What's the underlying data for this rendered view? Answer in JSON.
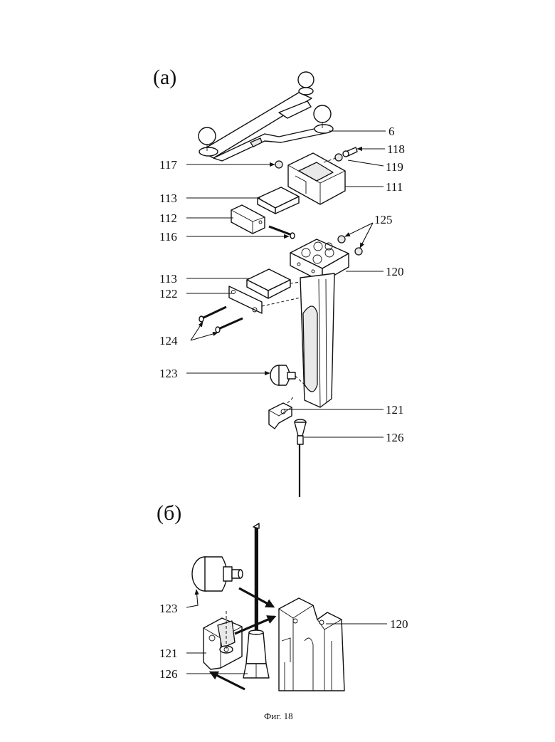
{
  "figure": {
    "panel_a_label": "(a)",
    "panel_b_label": "(б)",
    "caption": "Фиг. 18"
  },
  "panel_a_callouts": [
    "6",
    "118",
    "117",
    "119",
    "111",
    "113",
    "112",
    "116",
    "125",
    "120",
    "113",
    "122",
    "124",
    "123",
    "121",
    "126"
  ],
  "panel_b_callouts": [
    "123",
    "120",
    "121",
    "126"
  ]
}
